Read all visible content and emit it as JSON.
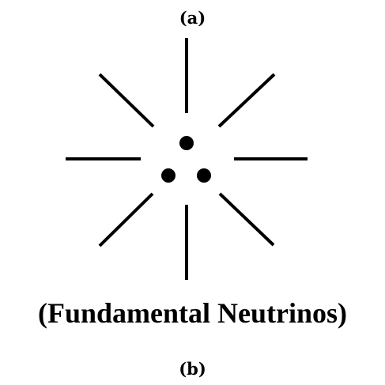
{
  "top_label": "(a)",
  "caption": "(Fundamental Neutrinos)",
  "bottom_label": "(b)",
  "colors": {
    "ink": "#000000",
    "background": "#ffffff"
  },
  "diagram": {
    "ray_count": 8,
    "dot_count": 3
  }
}
